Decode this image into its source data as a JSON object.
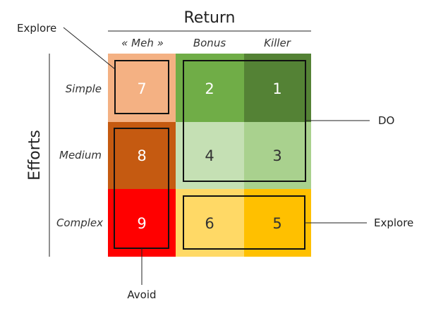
{
  "header": {
    "return_title": "Return",
    "efforts_title": "Efforts"
  },
  "columns": [
    "« Meh »",
    "Bonus",
    "Killer"
  ],
  "rows": [
    "Simple",
    "Medium",
    "Complex"
  ],
  "cells": [
    [
      {
        "value": "7",
        "color": "#F4B183"
      },
      {
        "value": "2",
        "color": "#70AD47"
      },
      {
        "value": "1",
        "color": "#548235"
      }
    ],
    [
      {
        "value": "8",
        "color": "#C55A11"
      },
      {
        "value": "4",
        "color": "#C5E0B4"
      },
      {
        "value": "3",
        "color": "#A9D18E"
      }
    ],
    [
      {
        "value": "9",
        "color": "#FF0000"
      },
      {
        "value": "6",
        "color": "#FFD966"
      },
      {
        "value": "5",
        "color": "#FFC000"
      }
    ]
  ],
  "callouts": {
    "explore_top": "Explore",
    "do": "DO",
    "explore_right": "Explore",
    "avoid": "Avoid"
  }
}
